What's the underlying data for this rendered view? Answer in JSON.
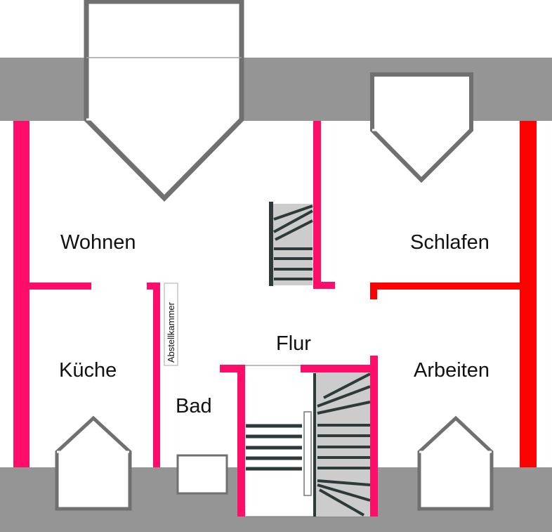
{
  "rooms": {
    "wohnen": "Wohnen",
    "schlafen": "Schlafen",
    "kueche": "Küche",
    "arbeiten": "Arbeiten",
    "flur": "Flur",
    "bad": "Bad",
    "abstellkammer": "Abstellkammer"
  },
  "colors": {
    "roof": "#959595",
    "dormer_outline": "#707070",
    "wall_magenta": "#ff0d6a",
    "wall_red": "#ff0000",
    "stair_fill": "#cccccc",
    "stair_tread": "#2e3a3a",
    "background": "#ffffff",
    "text": "#111111"
  }
}
